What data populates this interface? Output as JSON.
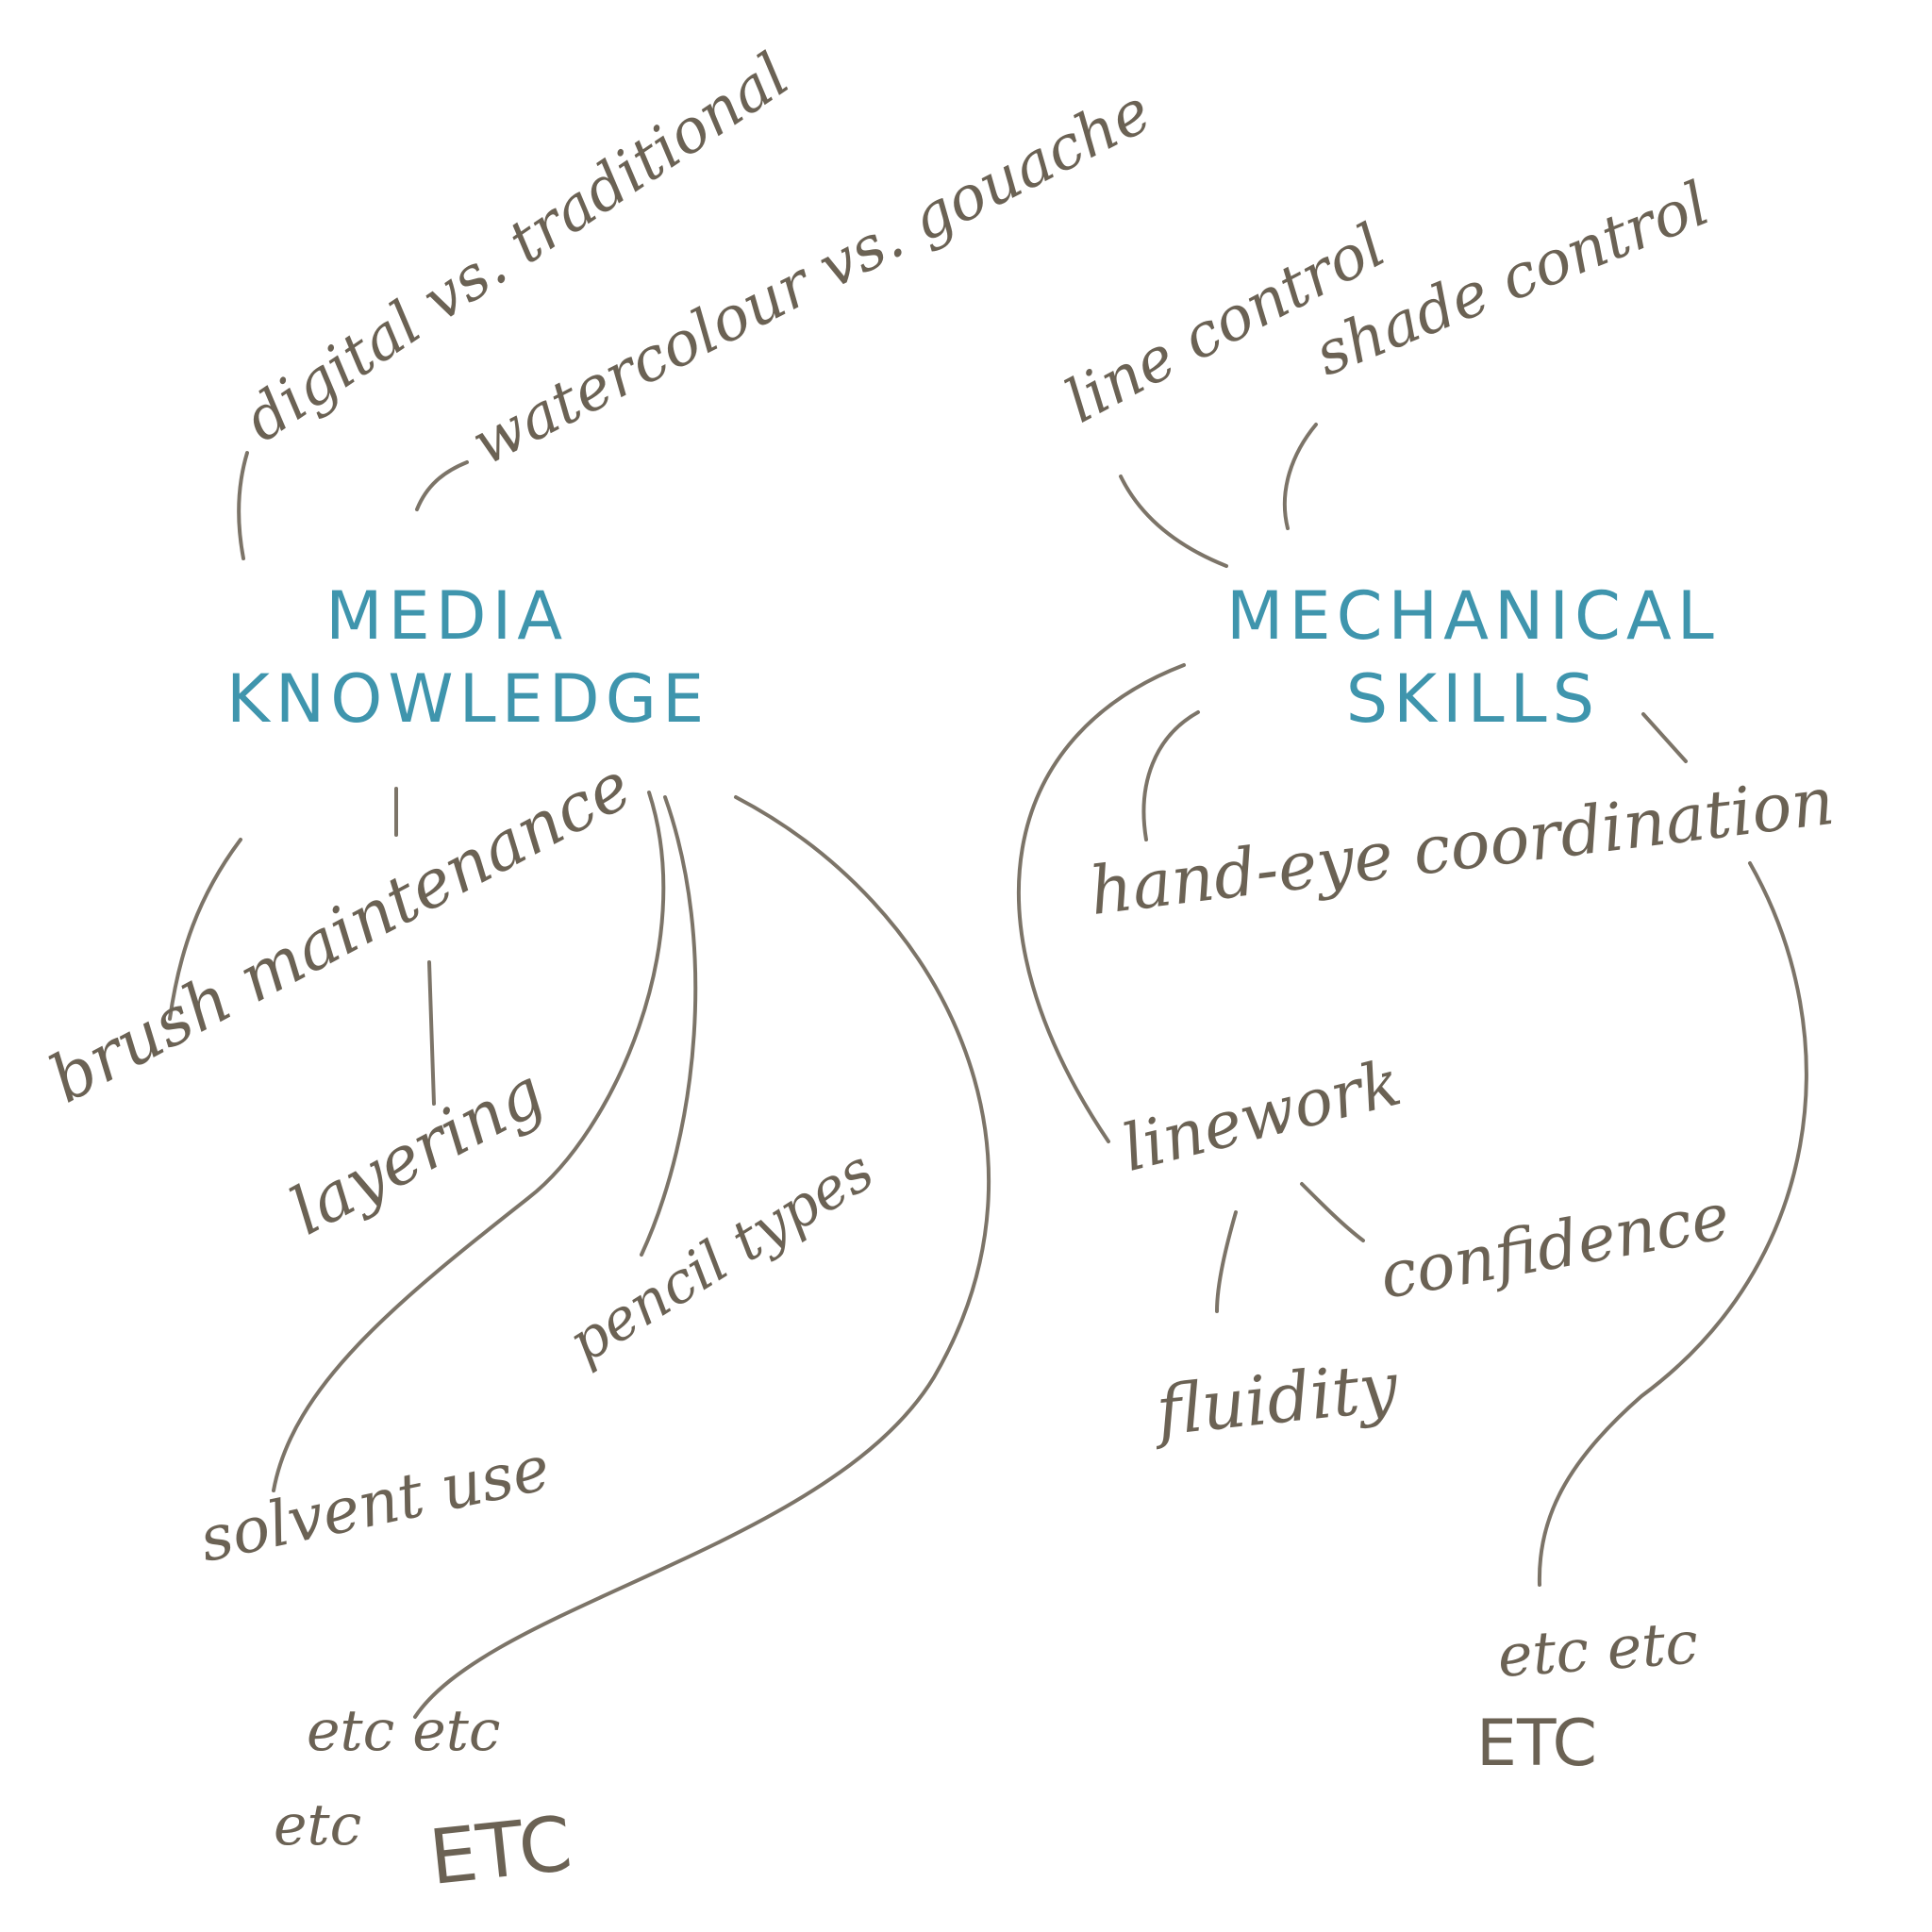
{
  "colors": {
    "hub_text": "#3f95ad",
    "ink": "#6b6254",
    "background": "#ffffff"
  },
  "hubs": {
    "media": {
      "line1": "MEDIA",
      "line2": "KNOWLEDGE"
    },
    "mechanical": {
      "line1": "MECHANICAL",
      "line2": "SKILLS"
    }
  },
  "media_branches": {
    "digital": "digital vs. traditional",
    "watercolour": "watercolour vs. gouache",
    "brush": "brush maintenance",
    "layering": "layering",
    "solvent": "solvent use",
    "pencil": "pencil types",
    "etc_a": "etc etc",
    "etc_b": "etc",
    "etc_c": "ETC"
  },
  "mechanical_branches": {
    "line_control": "line control",
    "shade_control": "shade control",
    "hand_eye": "hand-eye coordination",
    "linework": "linework",
    "confidence": "confidence",
    "fluidity": "fluidity",
    "etc_a": "etc etc",
    "etc_b": "ETC"
  }
}
